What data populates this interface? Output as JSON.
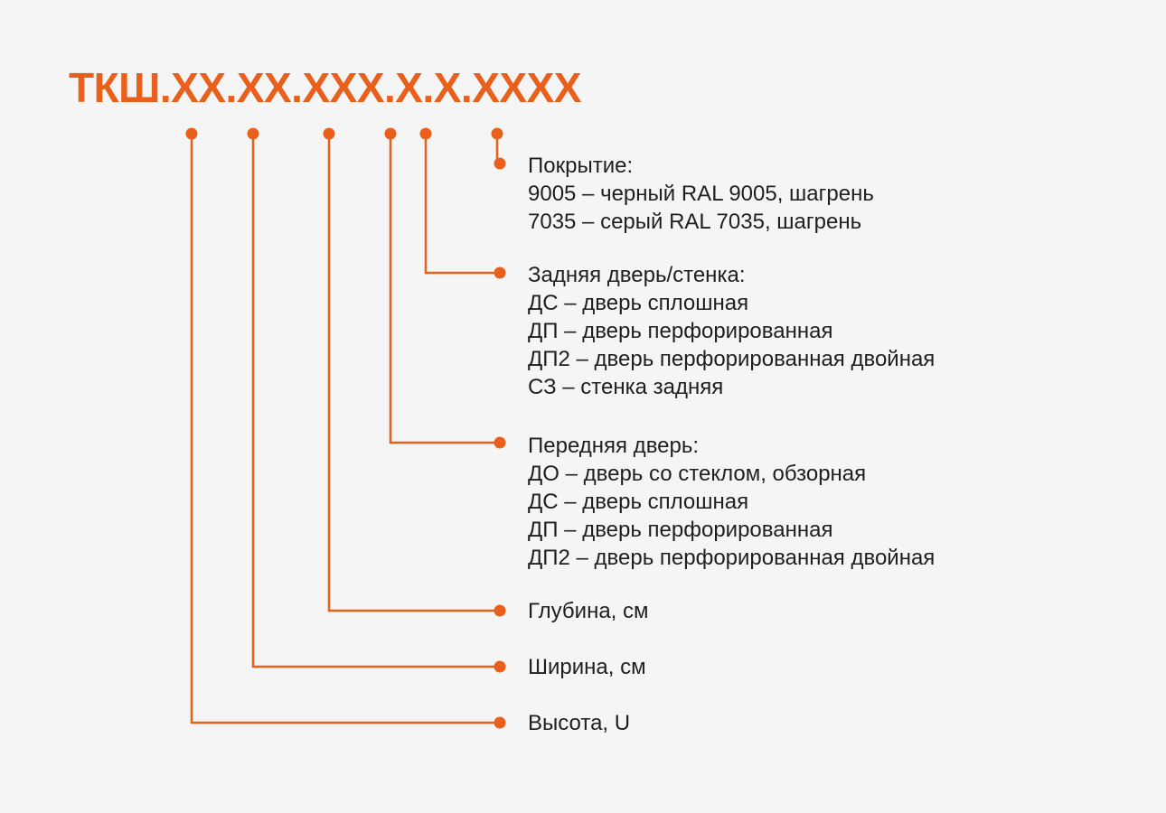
{
  "accent_color": "#e8601c",
  "code": "ТКШ.XX.XX.XXX.X.X.XXXX",
  "segments": {
    "coating": {
      "heading": "Покрытие:",
      "options": [
        "9005 – черный RAL 9005, шагрень",
        "7035 – серый RAL 7035, шагрень"
      ]
    },
    "back_door": {
      "heading": "Задняя дверь/стенка:",
      "options": [
        "ДС – дверь сплошная",
        "ДП – дверь перфорированная",
        "ДП2 – дверь перфорированная двойная",
        "СЗ – стенка задняя"
      ]
    },
    "front_door": {
      "heading": "Передняя дверь:",
      "options": [
        "ДО – дверь со стеклом, обзорная",
        "ДС – дверь сплошная",
        "ДП – дверь перфорированная",
        "ДП2 – дверь перфорированная двойная"
      ]
    },
    "depth": {
      "heading": "Глубина, см"
    },
    "width": {
      "heading": "Ширина, см"
    },
    "height": {
      "heading": "Высота, U"
    }
  }
}
